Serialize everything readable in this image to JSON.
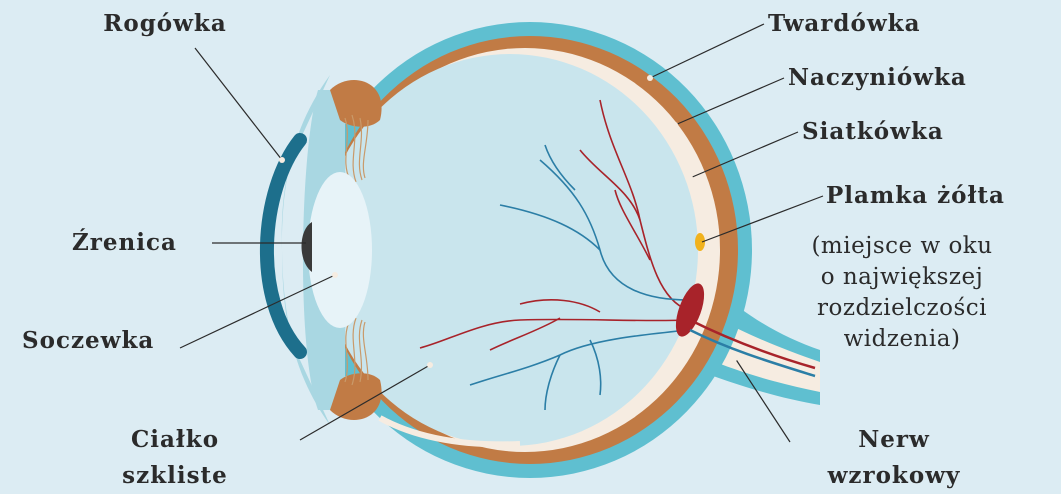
{
  "labels": {
    "cornea": "Rogówka",
    "pupil": "Źrenica",
    "lens": "Soczewka",
    "vitreous_line1": "Ciałko",
    "vitreous_line2": "szkliste",
    "sclera": "Twardówka",
    "choroid": "Naczyniówka",
    "retina": "Siatkówka",
    "macula": "Plamka żółta",
    "optic_nerve_line1": "Nerw",
    "optic_nerve_line2": "wzrokowy"
  },
  "macula_note": [
    "(miejsce w oku",
    "o największej",
    "rozdzielczości",
    "widzenia)"
  ],
  "colors": {
    "background": "#dcecf3",
    "sclera": "#5fbfd0",
    "choroid": "#c17b45",
    "retina": "#f6ece1",
    "vitreous": "#c9e5ed",
    "cornea": "#1d6f8c",
    "lens": "#e7f3f8",
    "pupil": "#3a3a3a",
    "artery": "#a8232a",
    "vein": "#2b7ea6",
    "macula": "#f1b21d",
    "leader_line": "#2b2b2b"
  }
}
